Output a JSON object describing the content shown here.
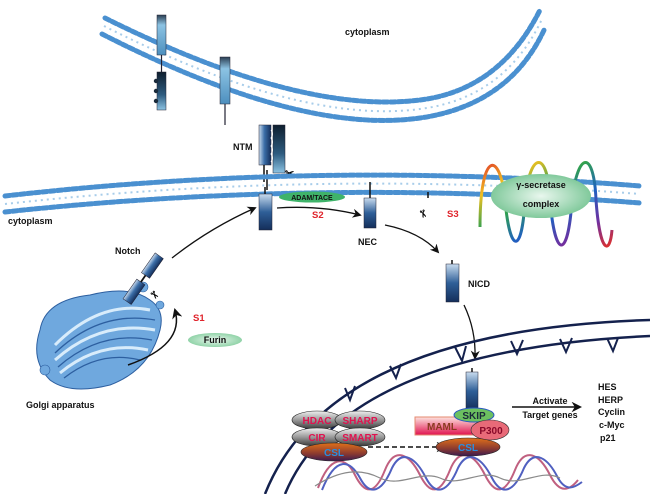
{
  "title": "Notch signaling pathway",
  "labels": {
    "cytoplasm_top": "cytoplasm",
    "cytoplasm_left": "cytoplasm",
    "ntm": "NTM",
    "adam_tace": "ADAM/TACE",
    "s1": "S1",
    "s2": "S2",
    "s3": "S3",
    "nec": "NEC",
    "nicd": "NICD",
    "notch": "Notch",
    "furin": "Furin",
    "golgi": "Golgi apparatus",
    "gamma_secretase_line1": "γ-secretase",
    "gamma_secretase_line2": "complex"
  },
  "repressor_complex": {
    "hdac": "HDAC",
    "sharp": "SHARP",
    "cir": "CIR",
    "smart": "SMART",
    "csl": "CSL"
  },
  "activator_complex": {
    "skip": "SKIP",
    "maml": "MAML",
    "p300": "P300",
    "csl": "CSL"
  },
  "activation": {
    "line1": "Activate",
    "line2": "Target genes",
    "genes": [
      "HES",
      "HERP",
      "Cyclin",
      "c-Myc",
      "p21"
    ]
  },
  "colors": {
    "membrane": "#4a90d0",
    "receptor_dark": "#1b3a6b",
    "receptor_light": "#7fb8de",
    "nucleus": "#14214d",
    "cleavage_red": "#e0242c",
    "enzyme_green": "#3fb36a",
    "gamma_green": "#9fd9b5",
    "csl_orange": "#c35a12",
    "protein_red": "#e0124f"
  }
}
